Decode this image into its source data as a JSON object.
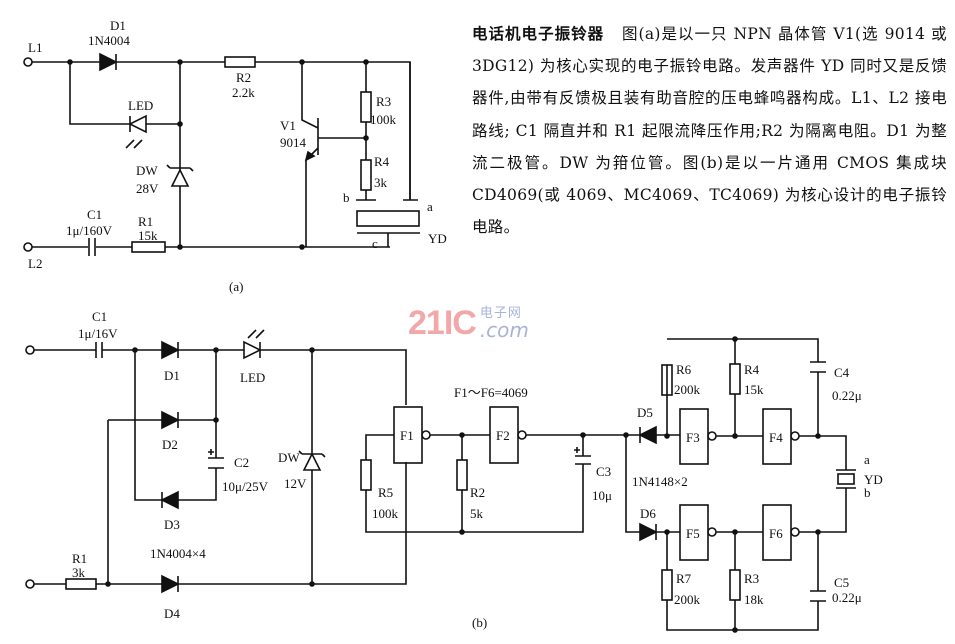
{
  "description": {
    "title": "电话机电子振铃器",
    "body": "图(a)是以一只 NPN 晶体管 V1(选 9014 或 3DG12) 为核心实现的电子振铃电路。发声器件 YD 同时又是反馈器件,由带有反馈极且装有助音腔的压电蜂鸣器构成。L1、L2 接电路线; C1 隔直并和 R1 起限流降压作用;R2 为隔离电阻。D1 为整流二极管。DW 为箝位管。图(b)是以一片通用 CMOS 集成块 CD4069(或 4069、MC4069、TC4069) 为核心设计的电子振铃电路。"
  },
  "watermark": {
    "number": "21IC",
    "cn": "电子网",
    "domain": ".com"
  },
  "circuit_a": {
    "caption": "(a)",
    "L1": "L1",
    "L2": "L2",
    "D1": "D1",
    "D1_val": "1N4004",
    "LED": "LED",
    "DW": "DW",
    "DW_val": "28V",
    "C1": "C1",
    "C1_val": "1μ/160V",
    "R1": "R1",
    "R1_val": "15k",
    "R2": "R2",
    "R2_val": "2.2k",
    "V1": "V1",
    "V1_val": "9014",
    "R3": "R3",
    "R3_val": "100k",
    "R4": "R4",
    "R4_val": "3k",
    "YD": "YD",
    "a": "a",
    "b": "b",
    "c": "c"
  },
  "circuit_b": {
    "caption": "(b)",
    "C1": "C1",
    "C1_val": "1μ/16V",
    "D1": "D1",
    "D2": "D2",
    "D3": "D3",
    "D4": "D4",
    "diodes_note": "1N4004×4",
    "LED": "LED",
    "C2": "C2",
    "C2_val": "10μ/25V",
    "DW": "DW",
    "DW_val": "12V",
    "R1": "R1",
    "R1_val": "3k",
    "F1": "F1",
    "F2": "F2",
    "F3": "F3",
    "F4": "F4",
    "F5": "F5",
    "F6": "F6",
    "ic_note": "F1～F6=4069",
    "R5": "R5",
    "R5_val": "100k",
    "R2": "R2",
    "R2_val": "5k",
    "C3": "C3",
    "C3_val": "10μ",
    "D5": "D5",
    "D6": "D6",
    "d56_note": "1N4148×2",
    "R6": "R6",
    "R6_val": "200k",
    "R4": "R4",
    "R4_val": "15k",
    "C4": "C4",
    "C4_val": "0.22μ",
    "R7": "R7",
    "R7_val": "200k",
    "R3": "R3",
    "R3_val": "18k",
    "C5": "C5",
    "C5_val": "0.22μ",
    "YD": "YD",
    "a": "a",
    "b": "b"
  }
}
